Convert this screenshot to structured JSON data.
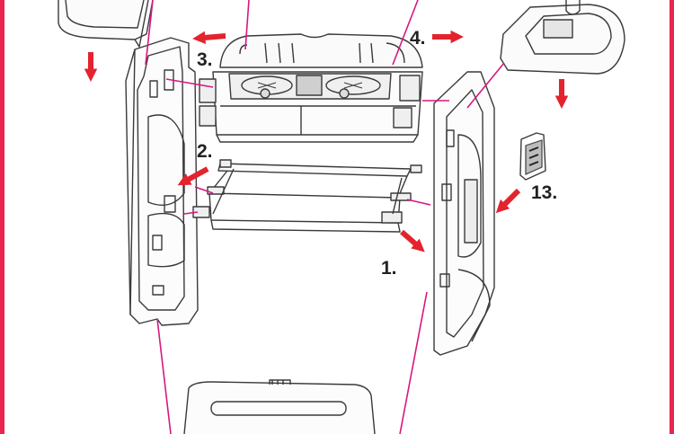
{
  "labels": {
    "step_1": "1.",
    "step_2": "2.",
    "step_3": "3.",
    "step_4": "4.",
    "step_13": "13."
  },
  "colors": {
    "frame": "#e8264f",
    "arrow": "#e3232e",
    "leader": "#d8177e",
    "line": "#3a3a3a",
    "shade": "#8a8a8a"
  }
}
